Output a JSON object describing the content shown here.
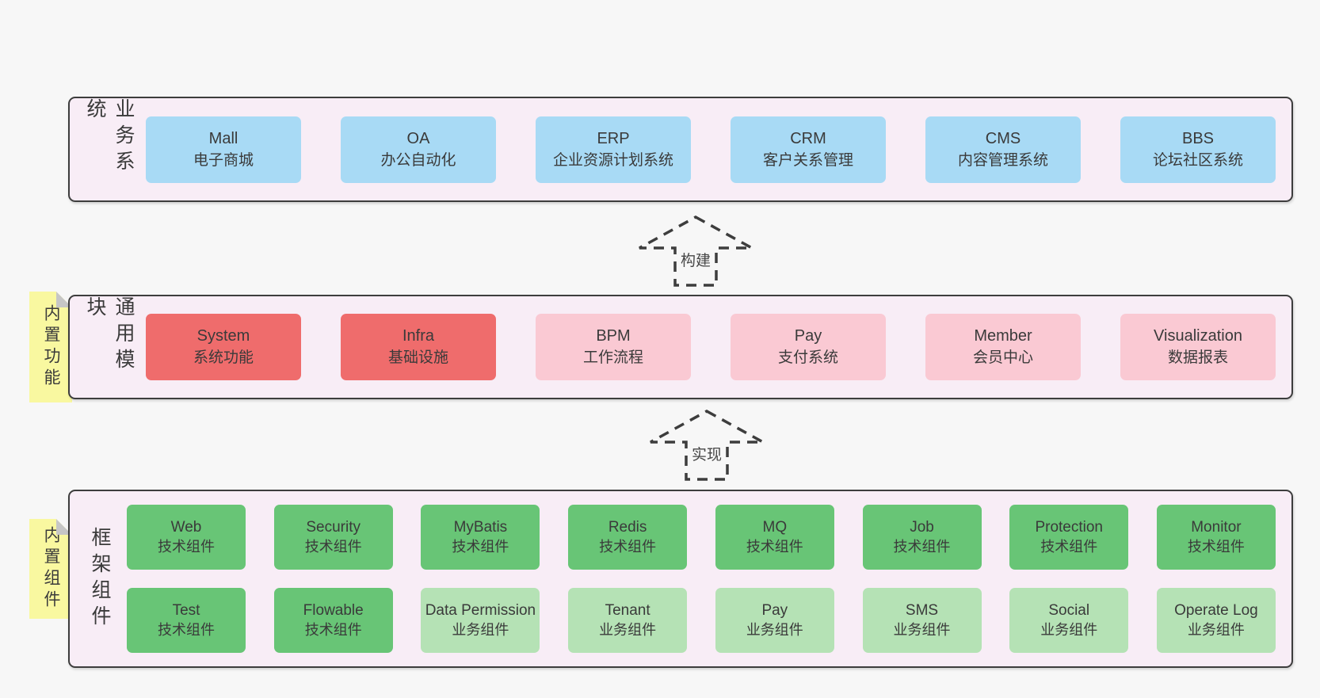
{
  "bands": [
    {
      "label": "业务系统",
      "boxes": [
        {
          "en": "Mall",
          "zh": "电子商城",
          "variant": "blue"
        },
        {
          "en": "OA",
          "zh": "办公自动化",
          "variant": "blue"
        },
        {
          "en": "ERP",
          "zh": "企业资源计划系统",
          "variant": "blue"
        },
        {
          "en": "CRM",
          "zh": "客户关系管理",
          "variant": "blue"
        },
        {
          "en": "CMS",
          "zh": "内容管理系统",
          "variant": "blue"
        },
        {
          "en": "BBS",
          "zh": "论坛社区系统",
          "variant": "blue"
        }
      ]
    },
    {
      "label": "通用模块",
      "sticky": "内置功能",
      "boxes": [
        {
          "en": "System",
          "zh": "系统功能",
          "variant": "red"
        },
        {
          "en": "Infra",
          "zh": "基础设施",
          "variant": "red"
        },
        {
          "en": "BPM",
          "zh": "工作流程",
          "variant": "pink"
        },
        {
          "en": "Pay",
          "zh": "支付系统",
          "variant": "pink"
        },
        {
          "en": "Member",
          "zh": "会员中心",
          "variant": "pink"
        },
        {
          "en": "Visualization",
          "zh": "数据报表",
          "variant": "pink"
        }
      ]
    },
    {
      "label": "框架组件",
      "sticky": "内置组件",
      "rows": [
        [
          {
            "en": "Web",
            "zh": "技术组件",
            "variant": "green"
          },
          {
            "en": "Security",
            "zh": "技术组件",
            "variant": "green"
          },
          {
            "en": "MyBatis",
            "zh": "技术组件",
            "variant": "green"
          },
          {
            "en": "Redis",
            "zh": "技术组件",
            "variant": "green"
          },
          {
            "en": "MQ",
            "zh": "技术组件",
            "variant": "green"
          },
          {
            "en": "Job",
            "zh": "技术组件",
            "variant": "green"
          },
          {
            "en": "Protection",
            "zh": "技术组件",
            "variant": "green"
          },
          {
            "en": "Monitor",
            "zh": "技术组件",
            "variant": "green"
          }
        ],
        [
          {
            "en": "Test",
            "zh": "技术组件",
            "variant": "green"
          },
          {
            "en": "Flowable",
            "zh": "技术组件",
            "variant": "green"
          },
          {
            "en": "Data Permission",
            "zh": "业务组件",
            "variant": "green-light"
          },
          {
            "en": "Tenant",
            "zh": "业务组件",
            "variant": "green-light"
          },
          {
            "en": "Pay",
            "zh": "业务组件",
            "variant": "green-light"
          },
          {
            "en": "SMS",
            "zh": "业务组件",
            "variant": "green-light"
          },
          {
            "en": "Social",
            "zh": "业务组件",
            "variant": "green-light"
          },
          {
            "en": "Operate Log",
            "zh": "业务组件",
            "variant": "green-light"
          }
        ]
      ]
    }
  ],
  "arrows": [
    {
      "label": "构建"
    },
    {
      "label": "实现"
    }
  ],
  "colors": {
    "page-bg": "#f7f7f7",
    "band-bg": "#f8edf6",
    "band-border": "#3d3d3d",
    "text": "#3a3a3a",
    "blue": "#a8daf5",
    "red": "#ef6c6c",
    "pink": "#fac9d3",
    "green": "#68c576",
    "green-light": "#b5e2b5",
    "sticky-bg": "#f9f8a0",
    "sticky-fold": "#c6c6c6",
    "arrow": "#3d3d3d"
  }
}
